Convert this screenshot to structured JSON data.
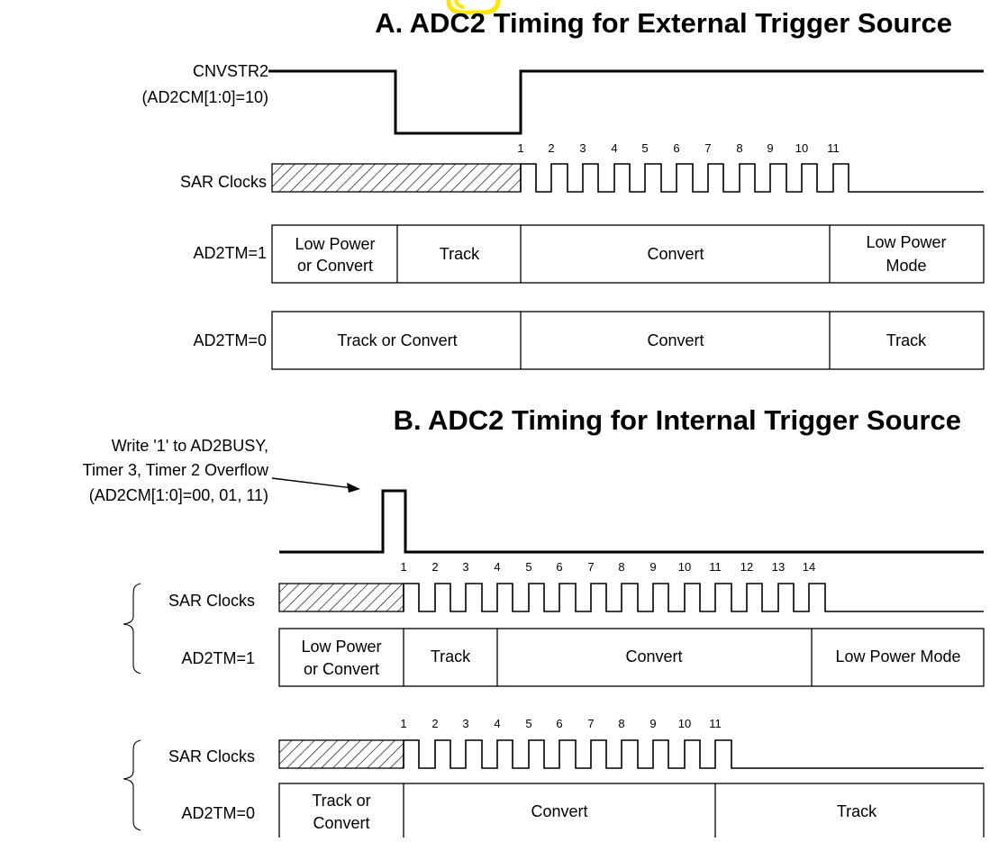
{
  "colors": {
    "logo_yellow": "#ffe600",
    "ink": "#000000"
  },
  "section_a": {
    "title": "A. ADC2 Timing for External Trigger Source",
    "cnvstr_label": "CNVSTR2",
    "cnvstr_mode": "(AD2CM[1:0]=10)",
    "sar_label": "SAR Clocks",
    "clock_numbers": [
      "1",
      "2",
      "3",
      "4",
      "5",
      "6",
      "7",
      "8",
      "9",
      "10",
      "11"
    ],
    "ad2tm1": {
      "label": "AD2TM=1",
      "segments": [
        [
          "Low Power",
          "or Convert"
        ],
        [
          "Track"
        ],
        [
          "Convert"
        ],
        [
          "Low Power",
          "Mode"
        ]
      ]
    },
    "ad2tm0": {
      "label": "AD2TM=0",
      "segments": [
        [
          "Track or Convert"
        ],
        [
          "Convert"
        ],
        [
          "Track"
        ]
      ]
    }
  },
  "section_b": {
    "title": "B. ADC2 Timing for Internal Trigger Source",
    "trigger_annotation": [
      "Write '1' to AD2BUSY,",
      "Timer 3, Timer 2  Overflow",
      "(AD2CM[1:0]=00, 01, 11)"
    ],
    "group1": {
      "clock_numbers": [
        "1",
        "2",
        "3",
        "4",
        "5",
        "6",
        "7",
        "8",
        "9",
        "10",
        "11",
        "12",
        "13",
        "14"
      ],
      "sar_label": "SAR Clocks",
      "tm_label": "AD2TM=1",
      "segments": [
        [
          "Low Power",
          "or Convert"
        ],
        [
          "Track"
        ],
        [
          "Convert"
        ],
        [
          "Low Power Mode"
        ]
      ]
    },
    "group2": {
      "clock_numbers": [
        "1",
        "2",
        "3",
        "4",
        "5",
        "6",
        "7",
        "8",
        "9",
        "10",
        "11"
      ],
      "sar_label": "SAR Clocks",
      "tm_label": "AD2TM=0",
      "segments": [
        [
          "Track or",
          "Convert"
        ],
        [
          "Convert"
        ],
        [
          "Track"
        ]
      ]
    }
  }
}
